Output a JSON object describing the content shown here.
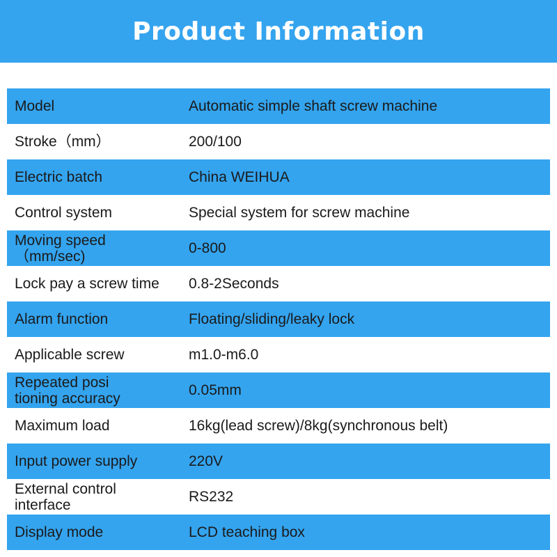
{
  "header": {
    "title": "Product Information",
    "background_color": "#34a4ef"
  },
  "spec_table": {
    "row_colors": {
      "stripe": "#34a4ef",
      "plain": "#ffffff"
    },
    "rows": [
      {
        "label": "Model",
        "value": "Automatic simple shaft screw machine"
      },
      {
        "label": "Stroke（mm）",
        "value": "200/100"
      },
      {
        "label": "Electric batch",
        "value": "China WEIHUA"
      },
      {
        "label": "Control system",
        "value": "Special system for screw machine"
      },
      {
        "label": "Moving speed\n（mm/sec)",
        "value": "0-800"
      },
      {
        "label": "Lock pay a screw time",
        "value": "0.8-2Seconds"
      },
      {
        "label": "Alarm function",
        "value": "Floating/sliding/leaky lock"
      },
      {
        "label": "Applicable screw",
        "value": "m1.0-m6.0"
      },
      {
        "label": "Repeated posi\ntioning accuracy",
        "value": "0.05mm"
      },
      {
        "label": "Maximum load",
        "value": "16kg(lead screw)/8kg(synchronous belt)"
      },
      {
        "label": "Input power supply",
        "value": "220V"
      },
      {
        "label": "External control\ninterface",
        "value": "RS232"
      },
      {
        "label": "Display mode",
        "value": "LCD teaching box"
      }
    ]
  }
}
